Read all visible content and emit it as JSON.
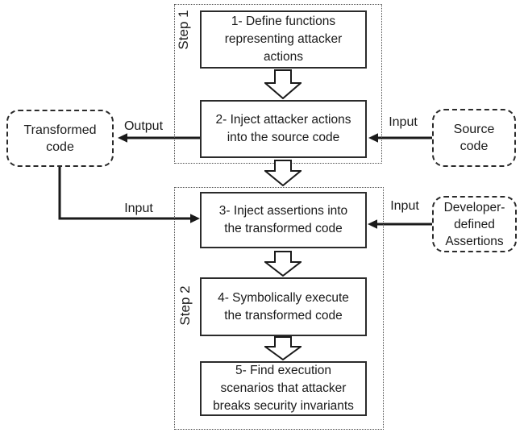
{
  "figure": {
    "colors": {
      "background": "#ffffff",
      "ink": "#1a1a1a",
      "solid_border": "#2b2b2b",
      "dotted_border": "#4d4d4d"
    }
  },
  "steps": {
    "step1": {
      "label": "Step 1"
    },
    "step2": {
      "label": "Step 2"
    }
  },
  "flow_boxes": [
    {
      "id": "1",
      "lines": [
        "1- Define functions",
        "representing attacker",
        "actions"
      ]
    },
    {
      "id": "2",
      "lines": [
        "2- Inject attacker actions",
        "into the source code"
      ]
    },
    {
      "id": "3",
      "lines": [
        "3- Inject assertions into",
        "the transformed code"
      ]
    },
    {
      "id": "4",
      "lines": [
        "4- Symbolically execute",
        "the transformed code"
      ]
    },
    {
      "id": "5",
      "lines": [
        "5- Find execution",
        "scenarios that attacker",
        "breaks security invariants"
      ]
    }
  ],
  "side_boxes": {
    "transformed_code": {
      "lines": [
        "Transformed",
        "code"
      ]
    },
    "source_code": {
      "lines": [
        "Source",
        "code"
      ]
    },
    "developer_assertions": {
      "lines": [
        "Developer-",
        "defined",
        "Assertions"
      ]
    }
  },
  "arrow_labels": {
    "output": "Output",
    "input_source": "Input",
    "input_developer": "Input",
    "input_transformed": "Input"
  }
}
